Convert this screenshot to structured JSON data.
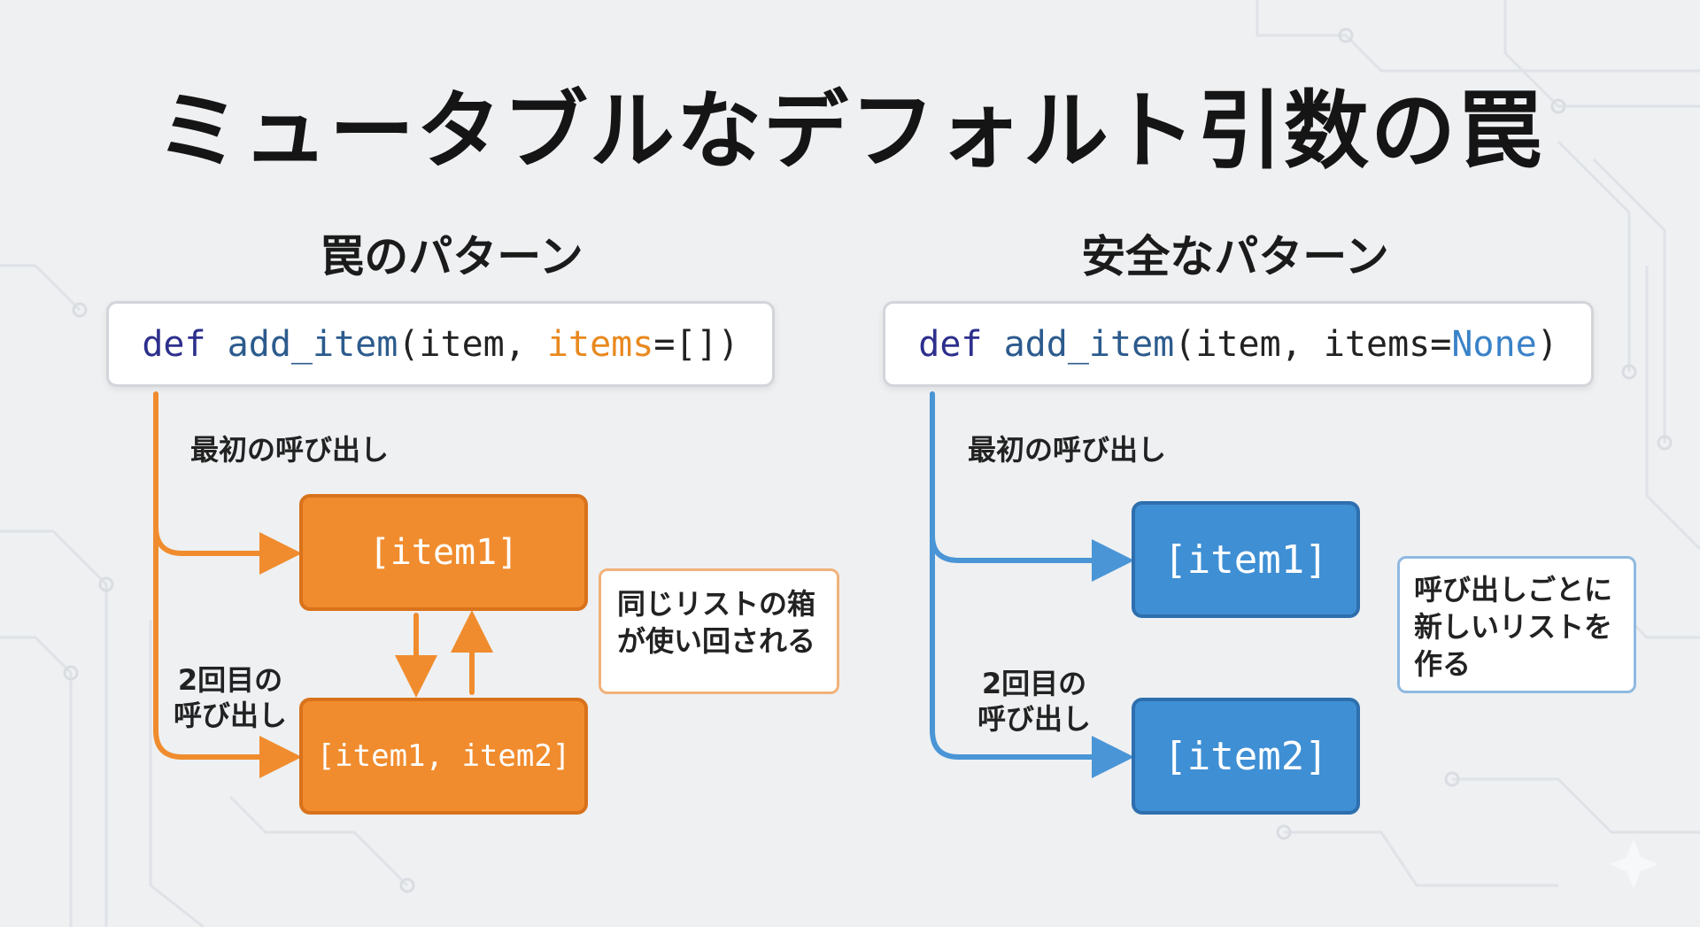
{
  "title": "ミュータブルなデフォルト引数の罠",
  "colors": {
    "orange": "#f08c2e",
    "blue": "#3f8fd4",
    "background": "#eef0f2"
  },
  "trap": {
    "heading": "罠のパターン",
    "code": {
      "def": "def",
      "fn": "add_item",
      "open": "(item, ",
      "param": "items",
      "rest": "=[])"
    },
    "first_call_label": "最初の呼び出し",
    "second_call_label": "2回目の\n呼び出し",
    "box1": "[item1]",
    "box2": "[item1, item2]",
    "note": "同じリストの箱\nが使い回される"
  },
  "safe": {
    "heading": "安全なパターン",
    "code": {
      "def": "def",
      "fn": "add_item",
      "open": "(item, items=",
      "param": "None",
      "rest": ")"
    },
    "first_call_label": "最初の呼び出し",
    "second_call_label": "2回目の\n呼び出し",
    "box1": "[item1]",
    "box2": "[item2]",
    "note": "呼び出しごとに\n新しいリストを\n作る"
  }
}
